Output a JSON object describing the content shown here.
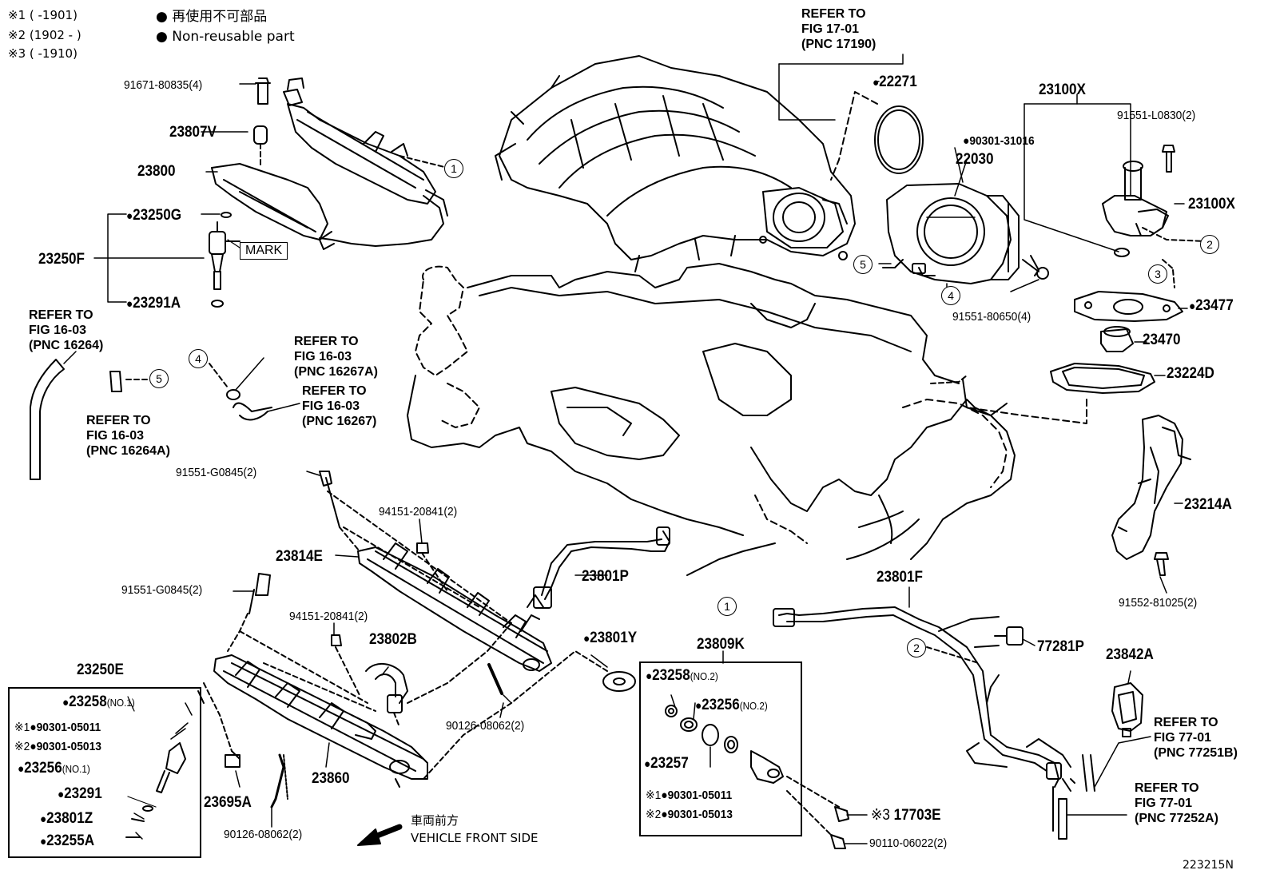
{
  "notes": {
    "n1": "※1 (      -1901)",
    "n2": "※2 (1902 -      )",
    "n3": "※3 (      -1910)",
    "legend_jp": "● 再使用不可部品",
    "legend_en": "● Non-reusable part"
  },
  "refs": {
    "r17": "REFER TO\nFIG 17-01\n(PNC 17190)",
    "r16264": "REFER TO\nFIG 16-03\n(PNC 16264)",
    "r16267A": "REFER TO\nFIG 16-03\n(PNC 16267A)",
    "r16267": "REFER TO\nFIG 16-03\n(PNC 16267)",
    "r16264A": "REFER TO\nFIG 16-03\n(PNC 16264A)",
    "r77251B": "REFER TO\nFIG 77-01\n(PNC 77251B)",
    "r77252A": "REFER TO\nFIG 77-01\n(PNC 77252A)"
  },
  "parts": {
    "p91671": "91671-80835(4)",
    "p23807V": "23807V",
    "p23800": "23800",
    "p23250G": "23250G",
    "p23250F": "23250F",
    "p23291A": "23291A",
    "p22271": "22271",
    "p90301_31016": "90301-31016",
    "p22030": "22030",
    "p23100X_top": "23100X",
    "p91551_L0830": "91551-L0830(2)",
    "p23100X_side": "23100X",
    "p91551_80650": "91551-80650(4)",
    "p23477": "23477",
    "p23470": "23470",
    "p23224D": "23224D",
    "p23214A": "23214A",
    "p91552": "91552-81025(2)",
    "p91551_G0845a": "91551-G0845(2)",
    "p94151a": "94151-20841(2)",
    "p23814E": "23814E",
    "p23801P": "23801P",
    "p23801F": "23801F",
    "p91551_G0845b": "91551-G0845(2)",
    "p94151b": "94151-20841(2)",
    "p23802B": "23802B",
    "p23801Y": "23801Y",
    "p23809K": "23809K",
    "p77281P": "77281P",
    "p23842A": "23842A",
    "p23250E": "23250E",
    "p90126a": "90126-08062(2)",
    "p23695A": "23695A",
    "p23860": "23860",
    "p90126b": "90126-08062(2)",
    "p17703E": "17703E",
    "p90110": "90110-06022(2)"
  },
  "mark": "MARK",
  "box_left": {
    "b23258": "23258",
    "b23258_sub": "(NO.1)",
    "b90301_05011": "90301-05011",
    "b90301_05013": "90301-05013",
    "b23256": "23256",
    "b23256_sub": "(NO.1)",
    "b23291": "23291",
    "b23801Z": "23801Z",
    "b23255A": "23255A"
  },
  "box_right": {
    "r23258": "23258",
    "r23258_sub": "(NO.2)",
    "r23256": "23256",
    "r23256_sub": "(NO.2)",
    "r23257": "23257",
    "r90301_05011": "90301-05011",
    "r90301_05013": "90301-05013"
  },
  "circles": [
    "1",
    "2",
    "3",
    "4",
    "5"
  ],
  "front": {
    "jp": "車両前方",
    "en": "VEHICLE FRONT SIDE"
  },
  "fig_id": "223215N"
}
